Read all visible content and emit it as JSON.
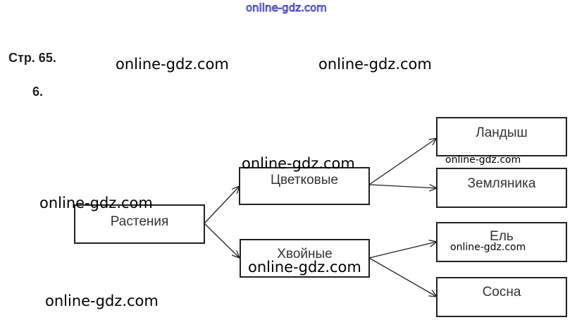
{
  "header": {
    "page_label": "Стр. 65.",
    "task_number": "6."
  },
  "diagram": {
    "root": "Растения",
    "groups": [
      {
        "label": "Цветковые",
        "children": [
          "Ландыш",
          "Земляника"
        ]
      },
      {
        "label": "Хвойные",
        "children": [
          "Ель",
          "Сосна"
        ]
      }
    ]
  },
  "watermark": "online-gdz.com"
}
